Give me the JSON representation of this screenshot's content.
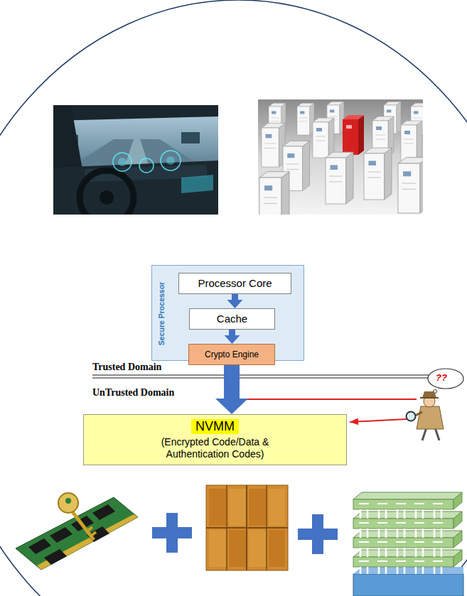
{
  "diagram": {
    "nodes": [
      {
        "text": [
          "Secure Processor"
        ]
      },
      {
        "text": [
          "Processor Core"
        ],
        "in": 0
      },
      {
        "text": [
          "Cache"
        ],
        "in": 0
      },
      {
        "text": [
          "Crypto Engine"
        ],
        "in": 0
      },
      {
        "text": [
          "NVMM",
          "(Encrypted Code/Data & Authentication Codes)"
        ]
      }
    ],
    "edges": [
      {
        "from": 1,
        "to": 2,
        "arrow": "to"
      },
      {
        "from": 2,
        "to": 3,
        "arrow": "to"
      },
      {
        "from": 3,
        "to": 4,
        "arrow": "to"
      }
    ],
    "labels": [
      "Trusted Domain",
      "UnTrusted Domain",
      "??"
    ]
  }
}
